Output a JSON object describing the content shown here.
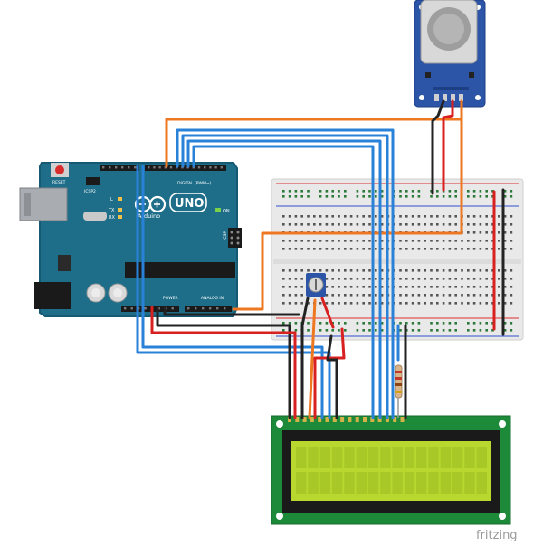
{
  "arduino": {
    "reset_label": "RESET",
    "icsp2_label": "ICSP2",
    "l_label": "L",
    "tx_label": "TX",
    "rx_label": "RX",
    "on_label": "ON",
    "icsp_label": "ICSP",
    "brand_label": "Arduino",
    "model_label": "UNO",
    "digital_label": "DIGITAL (PWM~)",
    "power_label": "POWER",
    "analog_label": "ANALOG IN",
    "board_color": "#1e6e8a",
    "board_edge": "#155a72"
  },
  "sensor": {
    "module_color": "#2c55a8"
  },
  "lcd": {
    "board_color": "#1d8a3a",
    "screen_color": "#b8d830"
  },
  "breadboard": {
    "rail_red": "#e03030",
    "rail_blue": "#3050d0"
  },
  "wires": {
    "blue": "#2a82d8",
    "orange": "#ee7722",
    "red": "#d82020",
    "black": "#222222"
  },
  "watermark": {
    "text": "fritzing"
  }
}
